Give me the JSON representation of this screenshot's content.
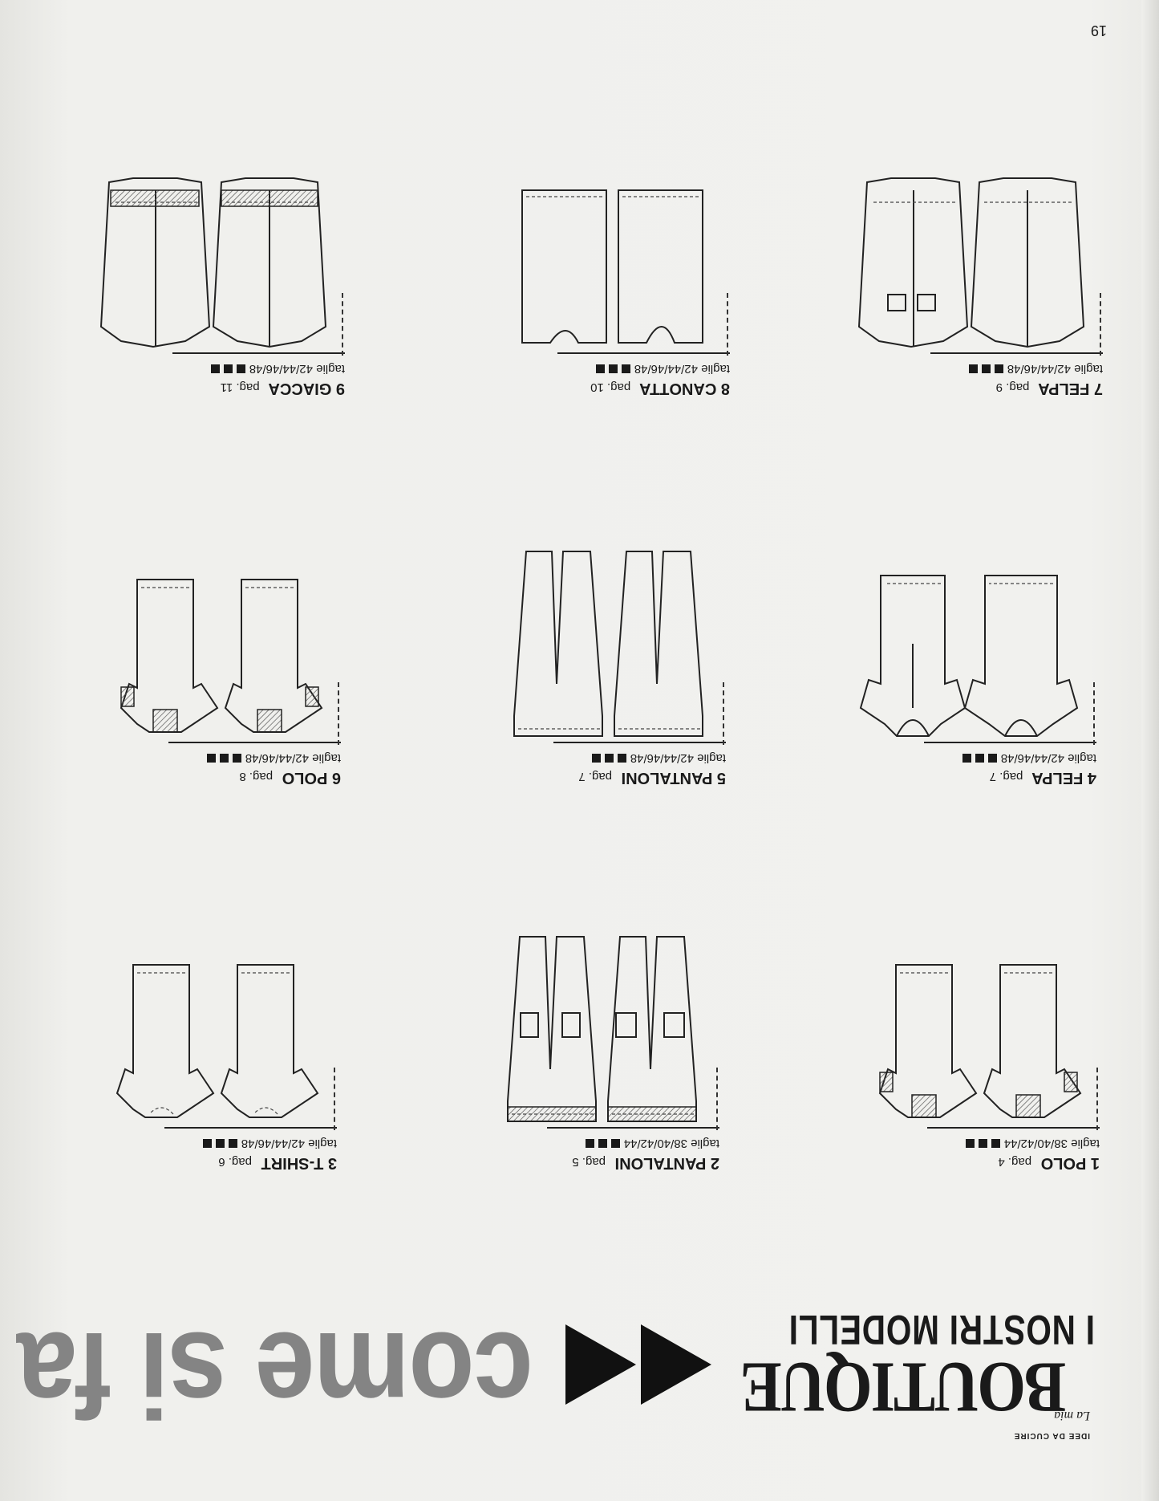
{
  "header": {
    "small_tag": "IDEE DA CUCIRE",
    "la_mia": "La mia",
    "brand": "BOUTIQUE",
    "heading": "I NOSTRI MODELLI",
    "come_si_fa": "come si fa"
  },
  "page_number": "19",
  "models": [
    {
      "num": "1",
      "name": "POLO",
      "pag": "pag. 4",
      "sizes": "taglie 38/40/42/44",
      "kind": "polo"
    },
    {
      "num": "2",
      "name": "PANTALONI",
      "pag": "pag. 5",
      "sizes": "taglie 38/40/42/44",
      "kind": "pants-cargo"
    },
    {
      "num": "3",
      "name": "T-SHIRT",
      "pag": "pag. 6",
      "sizes": "taglie 42/44/46/48",
      "kind": "tshirt"
    },
    {
      "num": "4",
      "name": "FELPA",
      "pag": "pag. 7",
      "sizes": "taglie 42/44/46/48",
      "kind": "hoodie"
    },
    {
      "num": "5",
      "name": "PANTALONI",
      "pag": "pag. 7",
      "sizes": "taglie 42/44/46/48",
      "kind": "pants"
    },
    {
      "num": "6",
      "name": "POLO",
      "pag": "pag. 8",
      "sizes": "taglie 42/44/46/48",
      "kind": "polo"
    },
    {
      "num": "7",
      "name": "FELPA",
      "pag": "pag. 9",
      "sizes": "taglie 42/44/46/48",
      "kind": "jacket"
    },
    {
      "num": "8",
      "name": "CANOTTA",
      "pag": "pag. 10",
      "sizes": "taglie 42/44/46/48",
      "kind": "tank"
    },
    {
      "num": "9",
      "name": "GIACCA",
      "pag": "pag. 11",
      "sizes": "taglie 42/44/46/48",
      "kind": "zipjacket"
    }
  ]
}
